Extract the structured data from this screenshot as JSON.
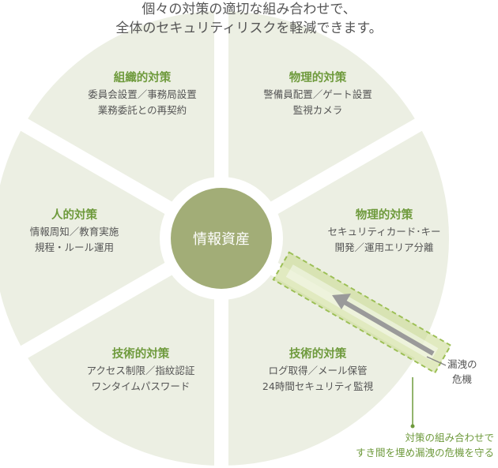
{
  "header": {
    "line1": "個々の対策の適切な組み合わせで、",
    "line2": "全体のセキュリティリスクを軽減できます。"
  },
  "colors": {
    "segment_fill": "#ecefe3",
    "core_fill": "#a2ad77",
    "accent_green": "#6e9a3c",
    "leak_band": "#c9d98d",
    "arrow_gray": "#9a9a9a",
    "text_gray": "#555555"
  },
  "core": {
    "label": "情報資産"
  },
  "segments": [
    {
      "title": "組織的対策",
      "lines": [
        "委員会設置／事務局設置",
        "業務委託との再契約"
      ]
    },
    {
      "title": "物理的対策",
      "lines": [
        "警備員配置／ゲート設置",
        "監視カメラ"
      ]
    },
    {
      "title": "物理的対策",
      "lines": [
        "セキュリティカード･キー",
        "開発／運用エリア分離"
      ]
    },
    {
      "title": "技術的対策",
      "lines": [
        "ログ取得／メール保管",
        "24時間セキュリティ監視"
      ]
    },
    {
      "title": "技術的対策",
      "lines": [
        "アクセス制限／指紋認証",
        "ワンタイムパスワード"
      ]
    },
    {
      "title": "人的対策",
      "lines": [
        "情報周知／教育実施",
        "規程・ルール運用"
      ]
    }
  ],
  "leak": {
    "line1": "漏洩の",
    "line2": "危機"
  },
  "callout": {
    "line1": "対策の組み合わせで",
    "line2": "すき間を埋め漏洩の危機を守る"
  }
}
